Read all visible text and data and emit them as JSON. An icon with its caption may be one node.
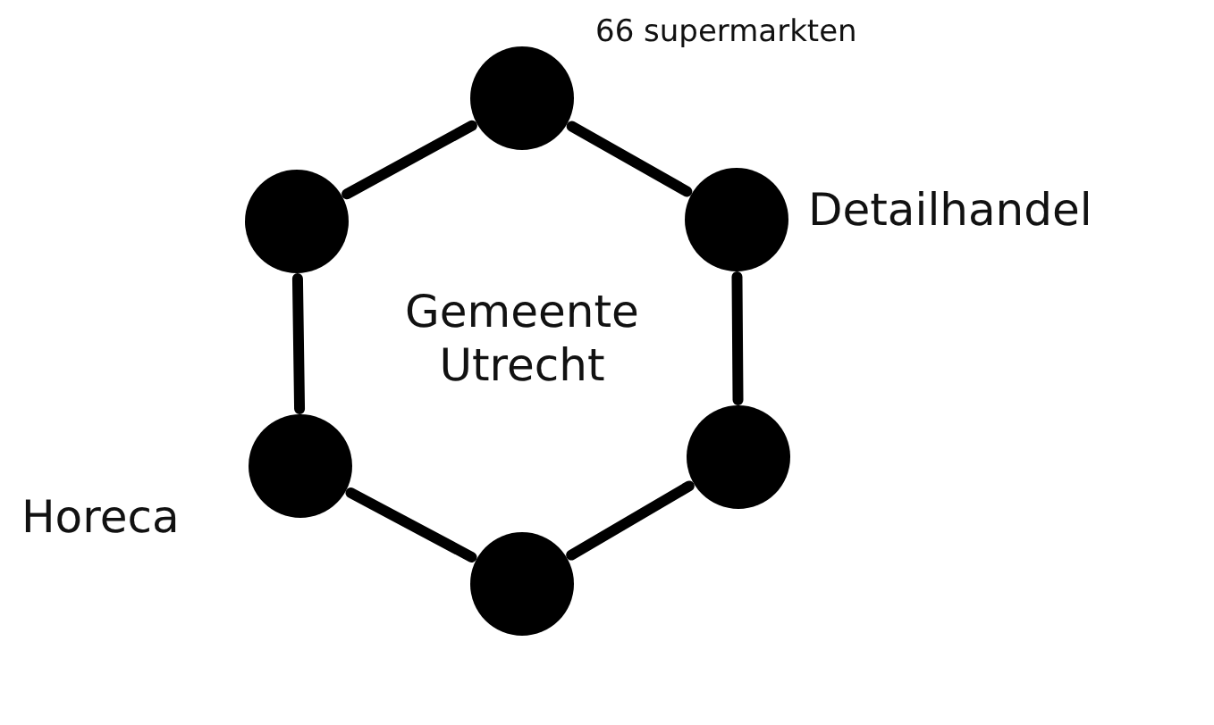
{
  "diagram": {
    "nodes": [
      {
        "text": [],
        "shape": "circle",
        "beside": [
          "66 supermarkten"
        ]
      },
      {
        "text": [],
        "shape": "circle"
      },
      {
        "text": [],
        "shape": "circle",
        "beside": [
          "Detailhandel"
        ]
      },
      {
        "text": [],
        "shape": "circle"
      },
      {
        "text": [],
        "shape": "circle",
        "beside": [
          "Horeca"
        ]
      },
      {
        "text": [],
        "shape": "circle"
      }
    ],
    "edges": [
      {
        "from": 0,
        "to": 2,
        "arrow": "none"
      },
      {
        "from": 2,
        "to": 3,
        "arrow": "none"
      },
      {
        "from": 3,
        "to": 5,
        "arrow": "none"
      },
      {
        "from": 5,
        "to": 4,
        "arrow": "none"
      },
      {
        "from": 4,
        "to": 1,
        "arrow": "none"
      },
      {
        "from": 1,
        "to": 0,
        "arrow": "none"
      }
    ],
    "labels": [
      "Gemeente Utrecht"
    ]
  }
}
